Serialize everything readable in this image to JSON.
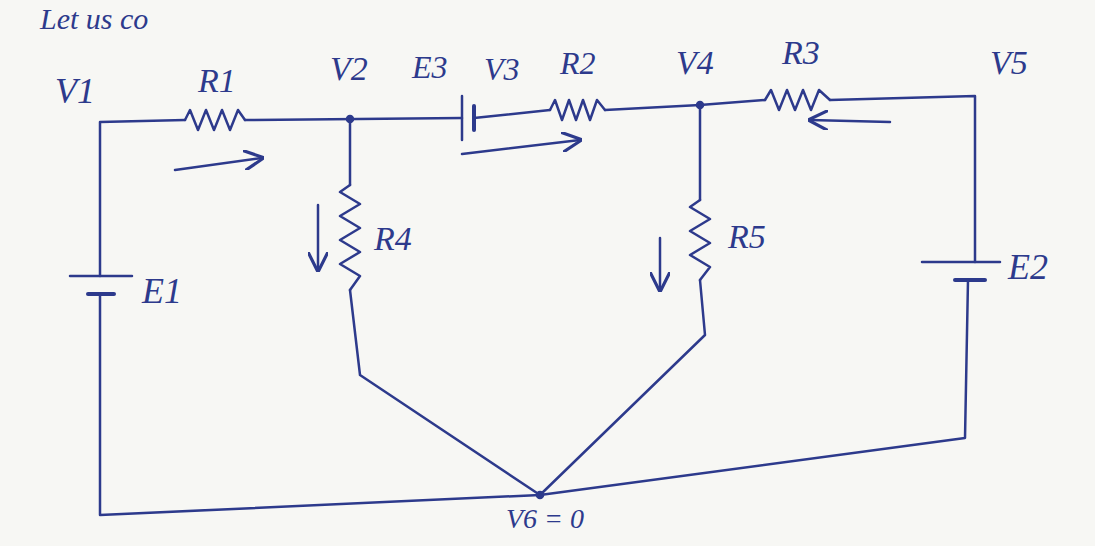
{
  "diagram": {
    "labels": [
      "Let us co",
      "V1",
      "R1",
      "V2",
      "E3",
      "V3",
      "R2",
      "V4",
      "R3",
      "V5",
      "R4",
      "R5",
      "E1",
      "E2",
      "V6 = 0"
    ]
  }
}
